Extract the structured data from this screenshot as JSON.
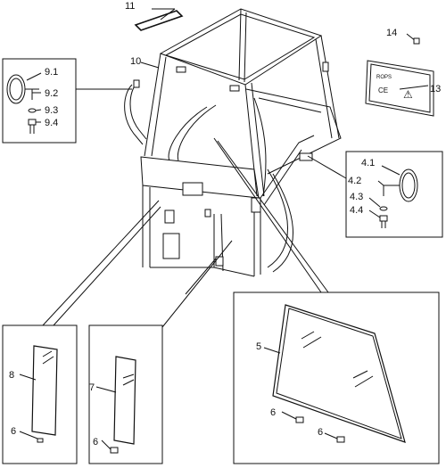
{
  "callouts": {
    "c11": "11",
    "c14": "14",
    "c10": "10",
    "c13": "13",
    "c9_1": "9.1",
    "c9_2": "9.2",
    "c9_3": "9.3",
    "c9_4": "9.4",
    "c4_1": "4.1",
    "c4_2": "4.2",
    "c4_3": "4.3",
    "c4_4": "4.4",
    "c5": "5",
    "c6a": "6",
    "c6b": "6",
    "c6c": "6",
    "c6d": "6",
    "c7": "7",
    "c8": "8"
  },
  "decal": {
    "line1": "ROPS",
    "line2": "CE",
    "badge": "⚠"
  }
}
